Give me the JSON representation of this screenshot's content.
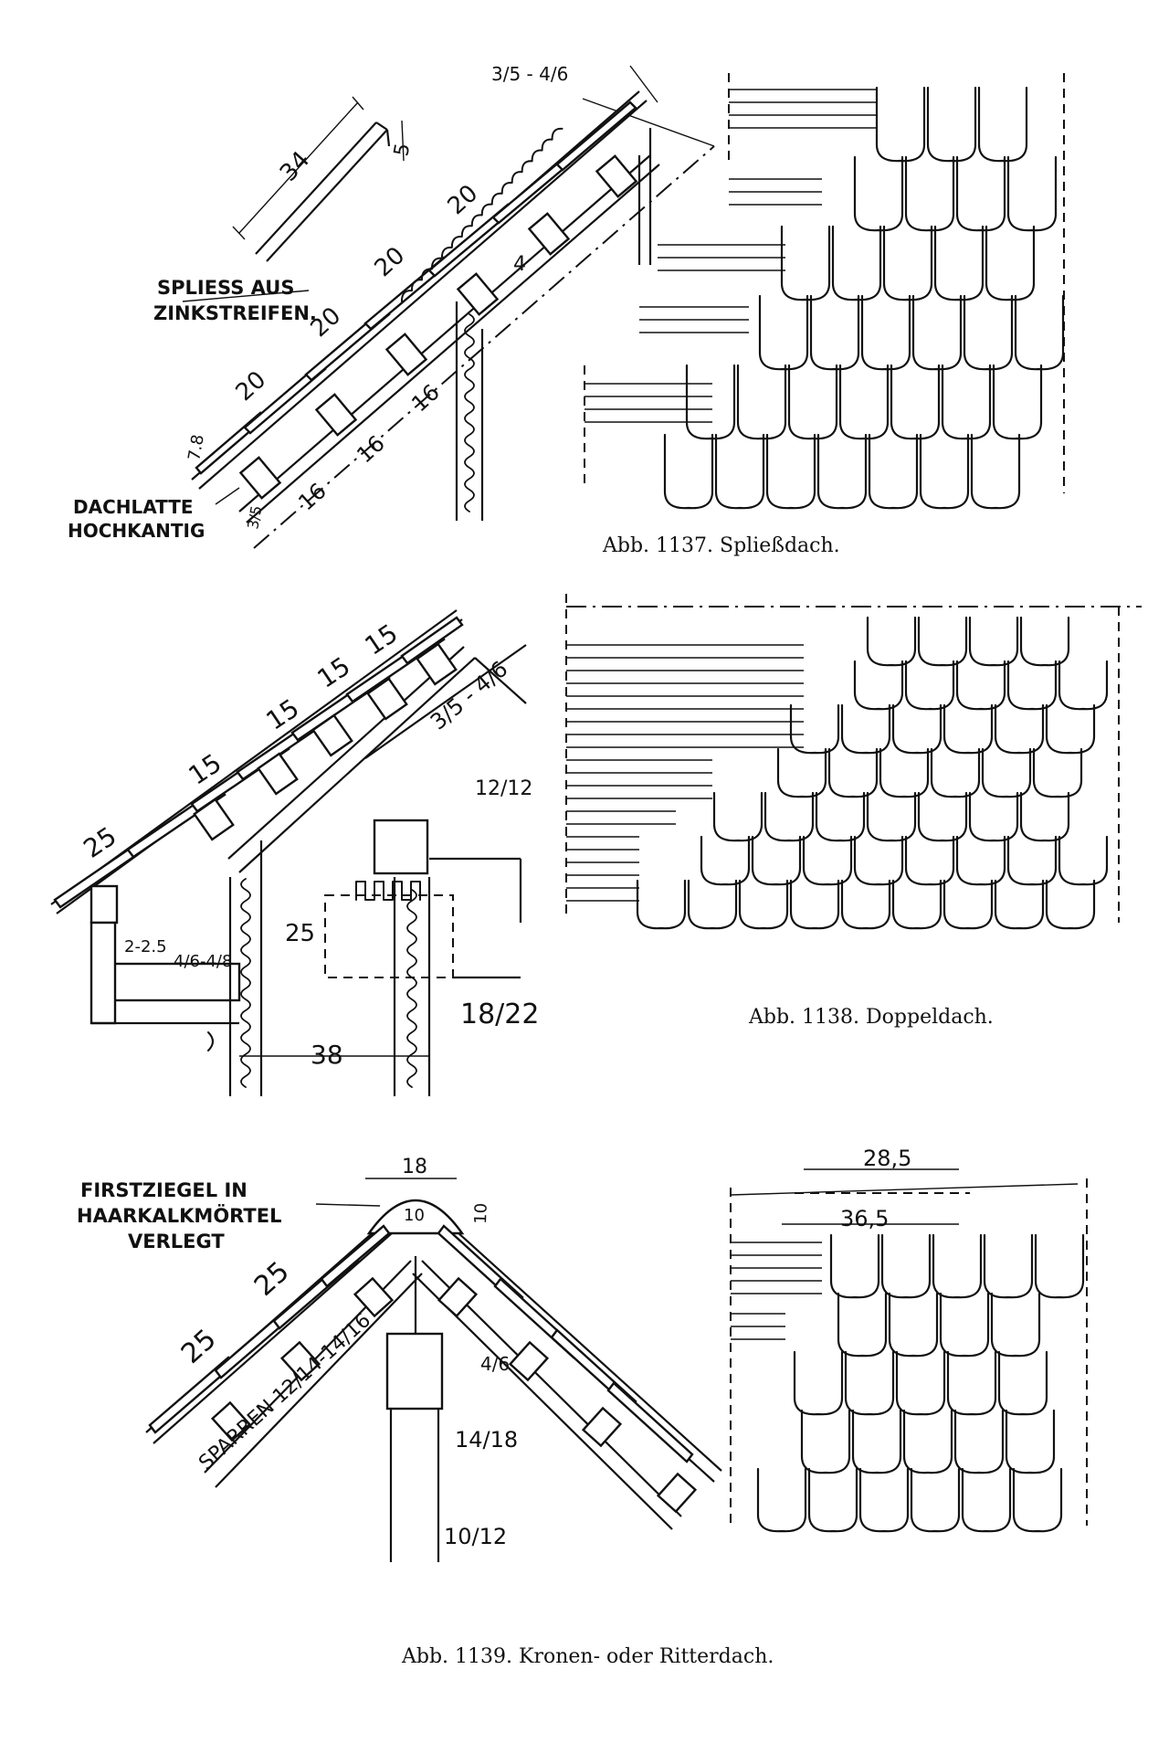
{
  "fig1137": {
    "caption": "Abb. 1137.  Spließdach.",
    "labels": {
      "spliess": "SPLIESS AUS",
      "zink": "ZINKSTREIFEN.",
      "dachlatte": "DACHLATTE",
      "hochkantig": "HOCHKANTIG"
    },
    "dims": {
      "top": "3/5 - 4/6",
      "lath_len": "34",
      "lath_small": "5",
      "gauge": "20",
      "rafter": "16",
      "d4": "4",
      "batten": "7.8",
      "batten2": "3/5"
    }
  },
  "fig1138": {
    "caption": "Abb. 1138.  Doppeldach.",
    "dims": {
      "eave": "25",
      "gauge": "15",
      "rafter": "3/5 - 4/6",
      "purlin": "12/12",
      "beam": "18/22",
      "d25": "25",
      "d38": "38",
      "d225": "2-2.5",
      "d46": "4/6-4/8"
    }
  },
  "fig1139": {
    "caption": "Abb. 1139.  Kronen- oder Ritterdach.",
    "labels": {
      "first1": "FIRSTZIEGEL IN",
      "first2": "HAARKALKMÖRTEL",
      "first3": "VERLEGT",
      "sparren": "SPARREN 12/14-14/16"
    },
    "dims": {
      "ridge": "18",
      "ridge_h": "10",
      "ridge_r": "10",
      "gauge": "25",
      "lath": "4/6",
      "post": "14/18",
      "post2": "10/12",
      "w285": "28,5",
      "w365": "36,5"
    }
  }
}
